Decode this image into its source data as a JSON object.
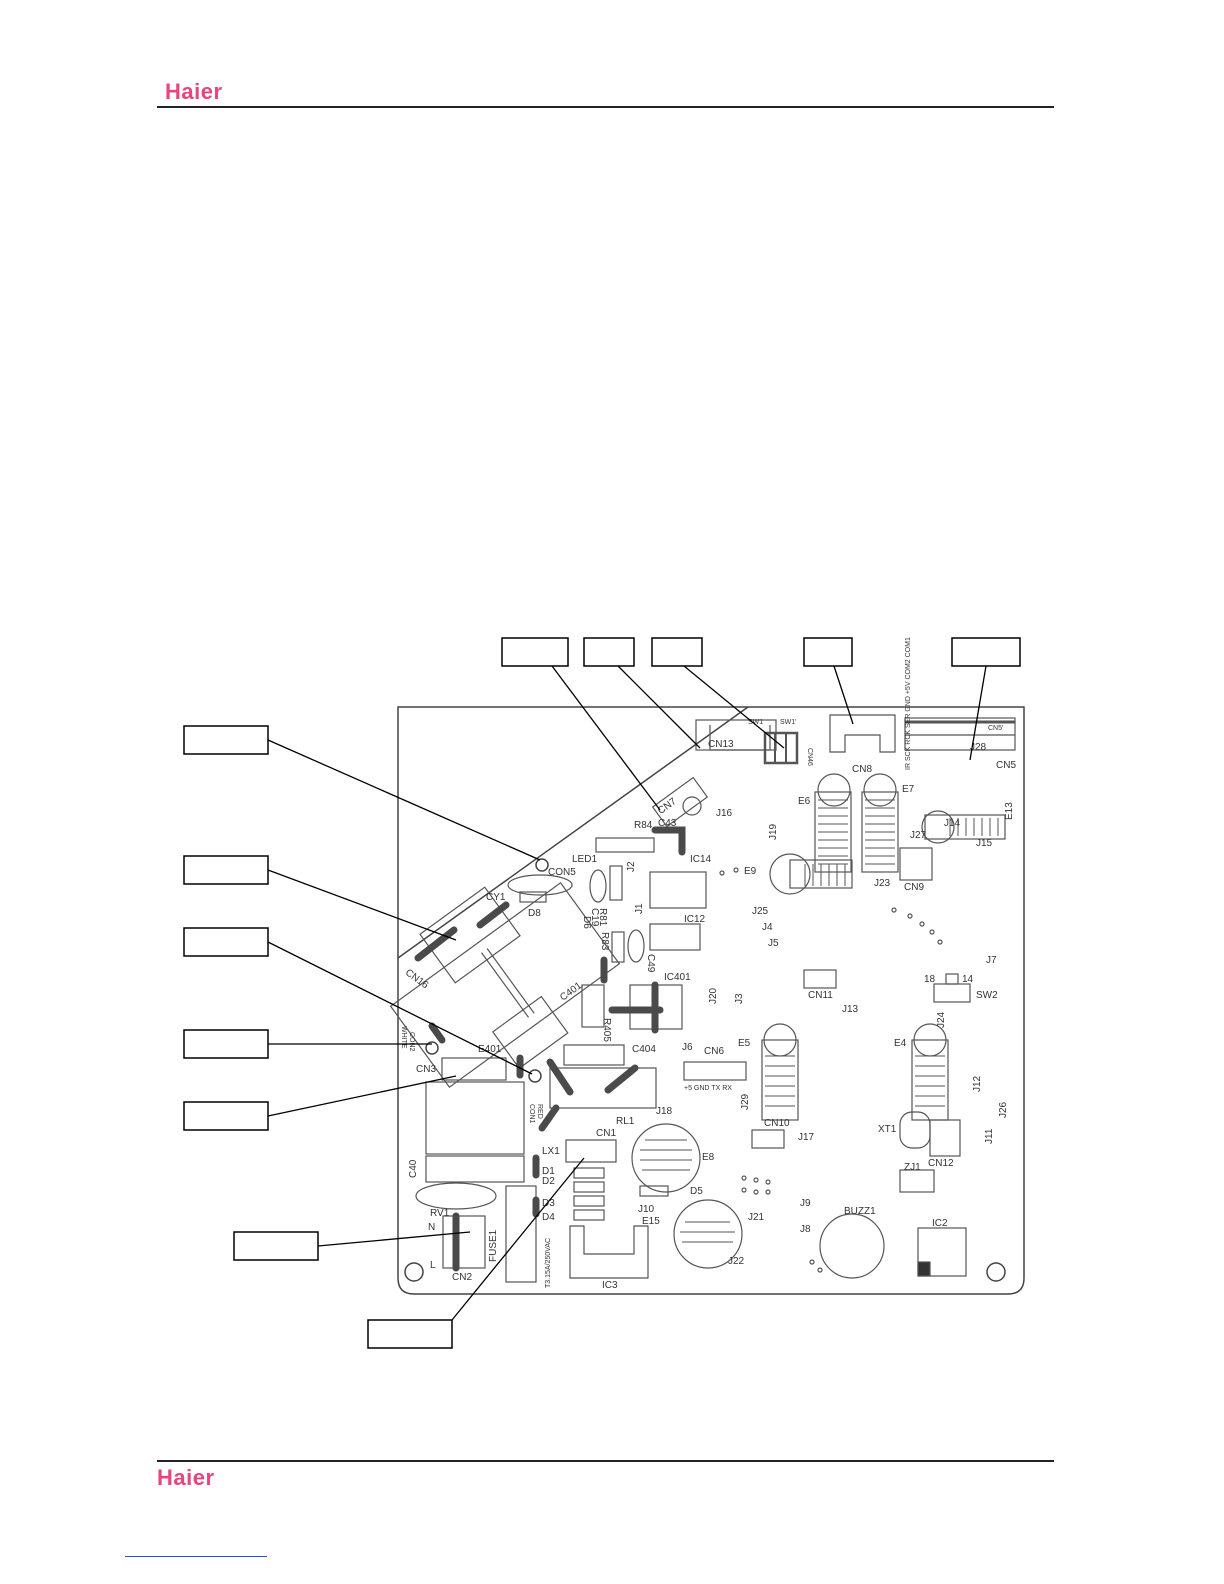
{
  "header": {
    "brand": "Haier"
  },
  "footer": {
    "brand": "Haier"
  },
  "colors": {
    "brand": "#e8457f",
    "board_line": "#444444",
    "trace": "#4a4a4a",
    "leader": "#000000"
  },
  "components": {
    "cn16": "CN16",
    "cy1": "CY1",
    "d8": "D8",
    "con5": "CON5",
    "led1": "LED1",
    "r84": "R84",
    "c43": "C43",
    "cn7": "CN7",
    "cn13": "CN13",
    "j16": "J16",
    "j19": "J19",
    "ic14": "IC14",
    "j2": "J2",
    "j1": "J1",
    "r81": "R81",
    "c19": "C19",
    "d6": "D6",
    "r83": "R83",
    "c49": "C49",
    "ic12": "IC12",
    "ic401": "IC401",
    "r405": "R405",
    "c401": "C401",
    "j20": "J20",
    "j3": "J3",
    "j25": "J25",
    "j4": "J4",
    "j5": "J5",
    "cn11": "CN11",
    "j13": "J13",
    "sw1": "SW1",
    "sw1b": "SW1'",
    "cn46": "CN46",
    "cn8": "CN8",
    "e6": "E6",
    "e7": "E7",
    "cn5": "CN5",
    "cn5b": "CN5'",
    "j28": "J28",
    "e13": "E13",
    "j14": "J14",
    "j27": "J27",
    "j15": "J15",
    "e9": "E9",
    "j23": "J23",
    "cn9": "CN9",
    "j7": "J7",
    "sw2": "SW2",
    "sw2_18": "18",
    "sw2_14": "14",
    "j24": "J24",
    "e4": "E4",
    "j12": "J12",
    "j26": "J26",
    "j11": "J11",
    "xt1": "XT1",
    "cn12": "CN12",
    "zj1": "ZJ1",
    "ic2": "IC2",
    "buzz1": "BUZZ1",
    "j9": "J9",
    "j8": "J8",
    "j21": "J21",
    "j22": "J22",
    "e15": "E15",
    "j10": "J10",
    "d5": "D5",
    "e8": "E8",
    "cn10": "CN10",
    "j17": "J17",
    "j18": "J18",
    "rl1": "RL1",
    "cn6": "CN6",
    "cn6_pins": "+5 GND TX RX",
    "e5": "E5",
    "j29": "J29",
    "j6": "J6",
    "c404": "C404",
    "lx1": "LX1",
    "cn1": "CN1",
    "d1": "D1",
    "d2": "D2",
    "d3": "D3",
    "d4": "D4",
    "ic3": "IC3",
    "fuse1": "FUSE1",
    "fuse_rating": "T3.15A/250VAC",
    "rv1": "RV1",
    "n": "N",
    "l": "L",
    "cn2": "CN2",
    "c40": "C40",
    "cn3": "CN3",
    "e401": "E401",
    "con1": "CON1",
    "red": "RED",
    "con2": "CON2",
    "white": "WHITE",
    "cn5_pins": "IR SCK RCK SER GND +5V COM2 COM1"
  }
}
